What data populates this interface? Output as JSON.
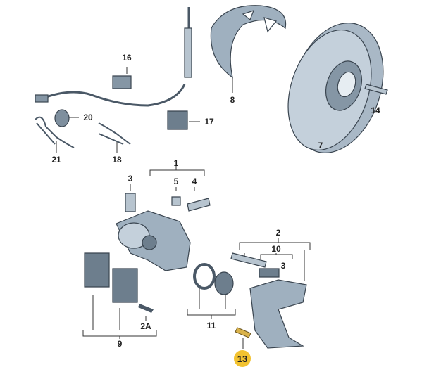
{
  "title": "Brake assembly exploded parts diagram",
  "colors": {
    "part_fill": "#9fb0bf",
    "part_dark": "#6d7e8d",
    "highlight": "#f2c230",
    "bolt_gold": "#d9b24a"
  },
  "labels": {
    "l16": "16",
    "l20": "20",
    "l17": "17",
    "l8": "8",
    "l14": "14",
    "l7": "7",
    "l21": "21",
    "l18": "18",
    "l1": "1",
    "l3a": "3",
    "l5": "5",
    "l4": "4",
    "l2": "2",
    "l10": "10",
    "l3b": "3",
    "l9": "9",
    "l2A": "2A",
    "l11": "11",
    "l13": "13"
  },
  "highlighted_part": "13"
}
